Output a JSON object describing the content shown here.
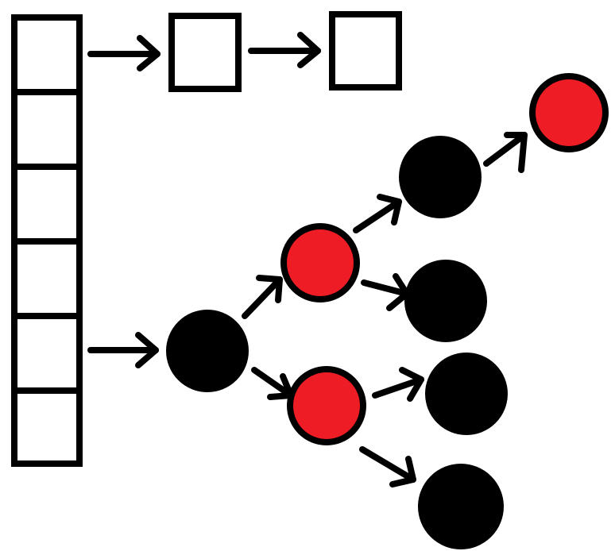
{
  "diagram": {
    "type": "hash-table-with-chaining",
    "description_visible_text": "",
    "colors": {
      "stroke": "#000000",
      "box_fill": "#ffffff",
      "black_node": "#000000",
      "red_node": "#ee1c25",
      "background": "#ffffff"
    },
    "buckets": [
      {
        "index": 0,
        "chain": "linked-list"
      },
      {
        "index": 1,
        "chain": "empty"
      },
      {
        "index": 2,
        "chain": "empty"
      },
      {
        "index": 3,
        "chain": "empty"
      },
      {
        "index": 4,
        "chain": "red-black-tree"
      },
      {
        "index": 5,
        "chain": "empty"
      }
    ],
    "list_nodes": [
      {
        "id": "list-node-1"
      },
      {
        "id": "list-node-2"
      }
    ],
    "tree_nodes": [
      {
        "id": "root",
        "color": "black"
      },
      {
        "id": "n-l",
        "color": "red"
      },
      {
        "id": "n-r",
        "color": "red"
      },
      {
        "id": "n-ll",
        "color": "black"
      },
      {
        "id": "n-lr",
        "color": "black"
      },
      {
        "id": "n-rl",
        "color": "black"
      },
      {
        "id": "n-rr",
        "color": "black"
      },
      {
        "id": "n-lll",
        "color": "red"
      }
    ],
    "edges": [
      {
        "from": "bucket-0",
        "to": "list-node-1"
      },
      {
        "from": "list-node-1",
        "to": "list-node-2"
      },
      {
        "from": "bucket-4",
        "to": "root"
      },
      {
        "from": "root",
        "to": "n-l"
      },
      {
        "from": "root",
        "to": "n-r"
      },
      {
        "from": "n-l",
        "to": "n-ll"
      },
      {
        "from": "n-l",
        "to": "n-lr"
      },
      {
        "from": "n-r",
        "to": "n-rl"
      },
      {
        "from": "n-r",
        "to": "n-rr"
      },
      {
        "from": "n-ll",
        "to": "n-lll"
      }
    ]
  }
}
